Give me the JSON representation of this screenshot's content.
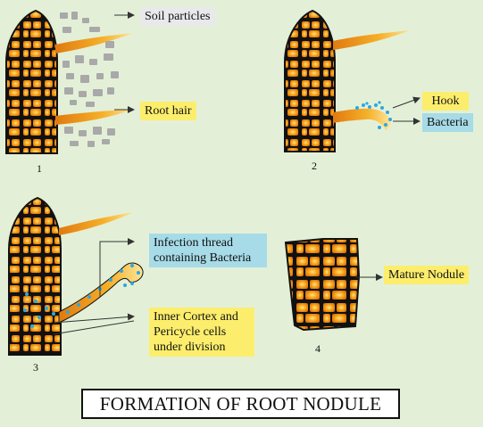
{
  "labels": {
    "soil_particles": "Soil particles",
    "root_hair": "Root hair",
    "hook": "Hook",
    "bacteria": "Bacteria",
    "infection_thread_line1": "Infection thread",
    "infection_thread_line2": "containing Bacteria",
    "inner_cortex_line1": "Inner Cortex and",
    "inner_cortex_line2": "Pericycle cells",
    "inner_cortex_line3": "under division",
    "mature_nodule": "Mature Nodule"
  },
  "stages": {
    "s1": "1",
    "s2": "2",
    "s3": "3",
    "s4": "4"
  },
  "title": "FORMATION OF ROOT NODULE",
  "colors": {
    "background": "#e3f0d7",
    "cell_wall": "#111111",
    "cell_fill": "#f7a81b",
    "label_yellow": "#fcee6c",
    "label_blue": "#a6dbe7",
    "soil": "#a9a9a9",
    "bacteria": "#2aa8e0"
  }
}
